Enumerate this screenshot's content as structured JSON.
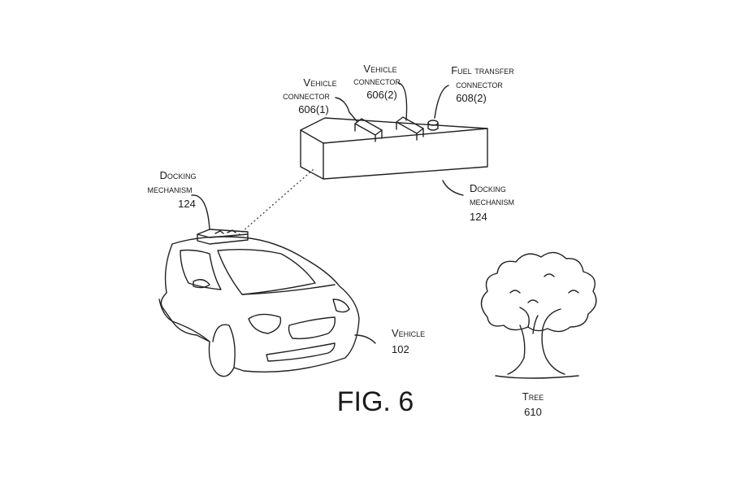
{
  "figure_title": "FIG. 6",
  "labels": {
    "vehicle_connector_1": [
      "Vehicle",
      "connector",
      "606(1)"
    ],
    "vehicle_connector_2": [
      "Vehicle",
      "connector",
      "606(2)"
    ],
    "fuel_transfer_connector": [
      "Fuel transfer",
      "connector",
      "608(2)"
    ],
    "docking_mechanism_left": [
      "Docking",
      "mechanism",
      "124"
    ],
    "docking_mechanism_right": [
      "Docking",
      "mechanism",
      "124"
    ],
    "vehicle": [
      "Vehicle",
      "102"
    ],
    "tree": [
      "Tree",
      "610"
    ]
  }
}
